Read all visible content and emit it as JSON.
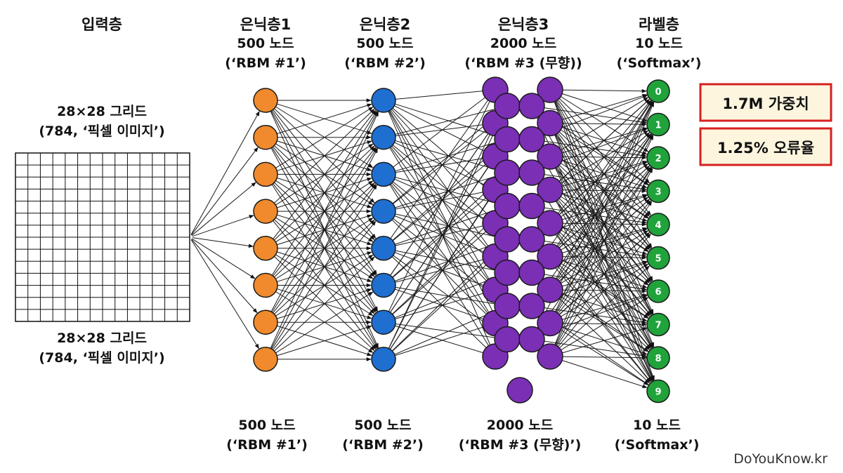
{
  "input_layer": {
    "title": "입력층",
    "desc_top": [
      "28×28 그리드",
      "(784, ‘픽셀 이미지’)"
    ],
    "desc_bottom": [
      "28×28 그리드",
      "(784, ‘픽셀 이미지’)"
    ]
  },
  "hidden1": {
    "title": "은닉층1",
    "nodes": "500 노드",
    "note": "(‘RBM #1’)",
    "bottom_nodes": "500 노드",
    "bottom_note": "(‘RBM #1’)"
  },
  "hidden2": {
    "title": "은닉층2",
    "nodes": "500 노드",
    "note": "(‘RBM #2’)",
    "bottom_nodes": "500 노드",
    "bottom_note": "(‘RBM #2’)"
  },
  "hidden3": {
    "title": "은닉층3",
    "nodes": "2000 노드",
    "note": "(‘RBM #3 (무향))",
    "bottom_nodes": "2000 노드",
    "bottom_note": "(‘RBM #3 (무향)’)"
  },
  "label_layer": {
    "title": "라벨층",
    "nodes": "10 노드",
    "note": "(‘Softmax’)",
    "bottom_nodes": "10 노드",
    "bottom_note": "(‘Softmax’)",
    "digits": [
      "0",
      "1",
      "2",
      "3",
      "4",
      "5",
      "6",
      "7",
      "8",
      "9"
    ]
  },
  "badges": {
    "weights": "1.7M 가중치",
    "error": "1.25% 오류율"
  },
  "watermark": "DoYouKnow.kr",
  "colors": {
    "hidden1": "#f08a2c",
    "hidden2": "#1f6fd1",
    "hidden3": "#7a2fb5",
    "label": "#1fa33a",
    "badge_border": "#d62020",
    "badge_fill": "#fdf5de"
  }
}
